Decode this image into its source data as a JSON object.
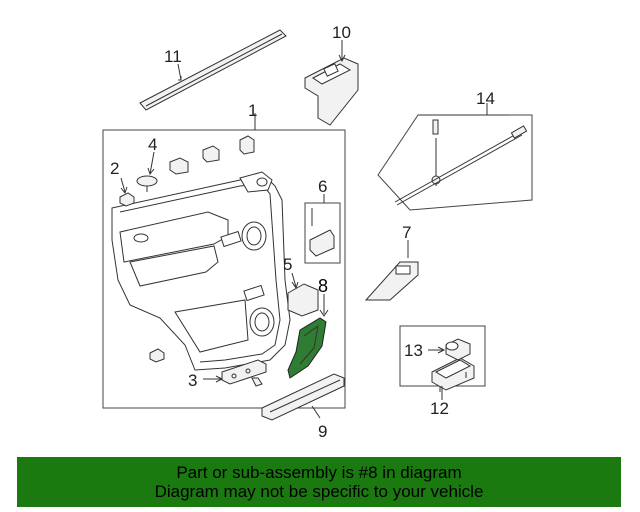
{
  "callouts": {
    "c1": "1",
    "c2": "2",
    "c3": "3",
    "c4": "4",
    "c5": "5",
    "c6": "6",
    "c7": "7",
    "c8": "8",
    "c9": "9",
    "c10": "10",
    "c11": "11",
    "c12": "12",
    "c13": "13",
    "c14": "14"
  },
  "highlight": {
    "part": "8",
    "color": "#2e7d32"
  },
  "banner": {
    "line1": "Part or sub-assembly is #8 in diagram",
    "line2": "Diagram may not be specific to your vehicle",
    "color": "#1a7a10"
  }
}
